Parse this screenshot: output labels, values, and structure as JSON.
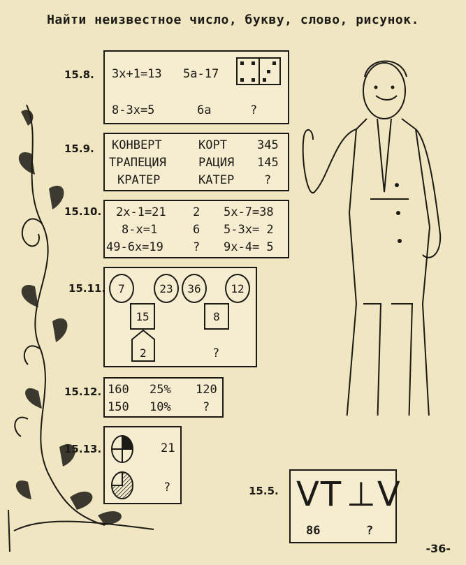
{
  "title": "Найти неизвестное число, букву, слово, рисунок.",
  "problems": {
    "p158": {
      "number": "15.8.",
      "r1": [
        "3x+1=13",
        "5a-17"
      ],
      "r2": [
        "8-3x=5",
        "6a",
        "?"
      ]
    },
    "p159": {
      "number": "15.9.",
      "rows": [
        [
          "КОНВЕРТ",
          "КОРТ",
          "345"
        ],
        [
          "ТРАПЕЦИЯ",
          "РАЦИЯ",
          "145"
        ],
        [
          "КРАТЕР",
          "КАТЕР",
          "?"
        ]
      ]
    },
    "p1510": {
      "number": "15.10.",
      "rows": [
        [
          "2x-1=21",
          "2",
          "5x-7=38"
        ],
        [
          "8-x=1",
          "6",
          "5-3x= 2"
        ],
        [
          "49-6x=19",
          "?",
          "9x-4= 5"
        ]
      ]
    },
    "p1511": {
      "number": "15.11.",
      "circles": [
        "7",
        "23",
        "36",
        "12"
      ],
      "squares": [
        "15",
        "8"
      ],
      "house": "2",
      "unknown": "?"
    },
    "p1512": {
      "number": "15.12.",
      "rows": [
        [
          "160",
          "25%",
          "120"
        ],
        [
          "150",
          "10%",
          "?"
        ]
      ]
    },
    "p1513": {
      "number": "15.13.",
      "values": [
        "21",
        "?"
      ]
    },
    "p155": {
      "number": "15.5.",
      "glyphs": [
        "VT",
        "⊥V"
      ],
      "values": [
        "86",
        "?"
      ]
    }
  },
  "page_number": "-36-"
}
